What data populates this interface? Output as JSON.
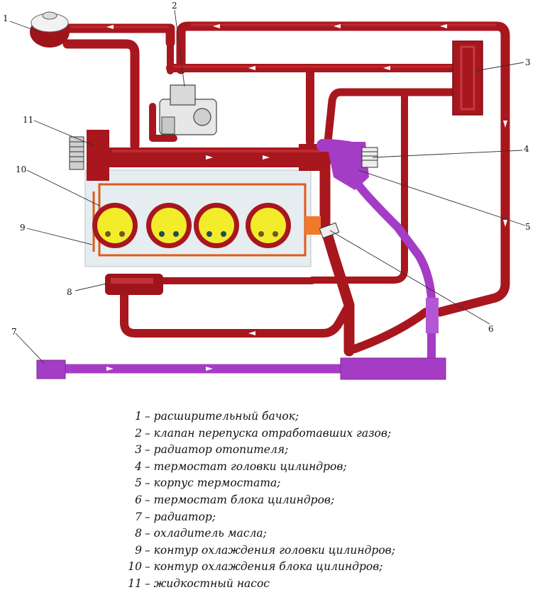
{
  "colors": {
    "coolant_hot": "#a8161e",
    "coolant_cold": "#a53cc6",
    "cylinder": "#f3ec2a",
    "block": "#e8eef1"
  },
  "callouts": [
    {
      "num": "1",
      "target": "expansion-tank"
    },
    {
      "num": "2",
      "target": "exhaust-bypass-valve"
    },
    {
      "num": "3",
      "target": "heater-radiator"
    },
    {
      "num": "4",
      "target": "head-thermostat"
    },
    {
      "num": "5",
      "target": "thermostat-housing"
    },
    {
      "num": "6",
      "target": "block-thermostat"
    },
    {
      "num": "7",
      "target": "radiator"
    },
    {
      "num": "8",
      "target": "oil-cooler"
    },
    {
      "num": "9",
      "target": "head-cooling-circuit"
    },
    {
      "num": "10",
      "target": "block-cooling-circuit"
    },
    {
      "num": "11",
      "target": "water-pump"
    }
  ],
  "legend": [
    {
      "num": "1",
      "text": "– расширительный бачок;"
    },
    {
      "num": "2",
      "text": "– клапан перепуска отработавших газов;"
    },
    {
      "num": "3",
      "text": "– радиатор отопителя;"
    },
    {
      "num": "4",
      "text": "– термостат головки цилиндров;"
    },
    {
      "num": "5",
      "text": "– корпус термостата;"
    },
    {
      "num": "6",
      "text": "–  термостат блока цилиндров;"
    },
    {
      "num": "7",
      "text": "– радиатор;"
    },
    {
      "num": "8",
      "text": "– охладитель масла;"
    },
    {
      "num": "9",
      "text": "– контур охлаждения головки цилиндров;"
    },
    {
      "num": "10",
      "text": "– контур охлаждения блока цилиндров;"
    },
    {
      "num": "11",
      "text": "– жидкостный насос"
    }
  ]
}
